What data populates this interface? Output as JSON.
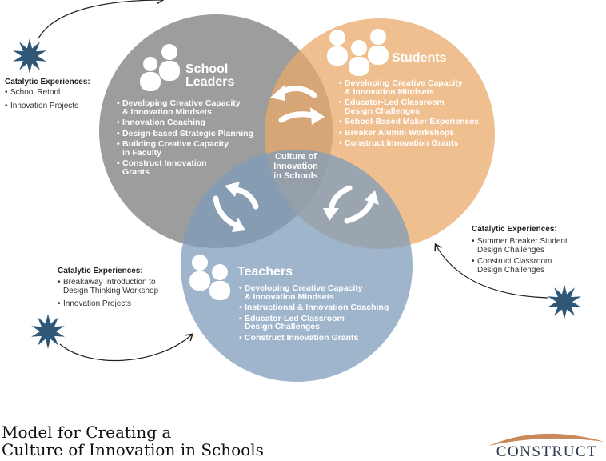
{
  "colors": {
    "leaders": "#8c8c8c",
    "students": "#e9a96b",
    "teachers": "#7f9cbb",
    "star": "#2f5878",
    "brand_arc": "#c9895a"
  },
  "circles": {
    "school_leaders": {
      "title": "School\nLeaders",
      "items": [
        "Developing Creative Capacity\n& Innovation Mindsets",
        "Innovation Coaching",
        "Design-based Strategic Planning",
        "Building Creative Capacity\nin Faculty",
        "Construct Innovation\nGrants"
      ]
    },
    "students": {
      "title": "Students",
      "items": [
        "Developing Creative Capacity\n& Innovation Mindsets",
        "Educator-Led Classroom\nDesign Challenges",
        "School-Based Maker Experiences",
        "Breaker Alumni Workshops",
        "Construct Innovation Grants"
      ]
    },
    "teachers": {
      "title": "Teachers",
      "items": [
        "Developing Creative Capacity\n& Innovation Mindsets",
        "Instructional & Innovation Coaching",
        "Educator-Led Classroom\nDesign Challenges",
        "Construct Innovation Grants"
      ]
    }
  },
  "center_label": "Culture of\nInnovation\nin Schools",
  "catalytic": {
    "leaders": {
      "heading": "Catalytic Experiences:",
      "items": [
        "School Retool",
        "Innovation Projects"
      ]
    },
    "students": {
      "heading": "Catalytic Experiences:",
      "items": [
        "Summer Breaker Student\nDesign Challenges",
        "Construct Classroom\nDesign Challenges"
      ]
    },
    "teachers": {
      "heading": "Catalytic Experiences:",
      "items": [
        "Breakaway Introduction to\nDesign Thinking Workshop",
        "Innovation Projects"
      ]
    }
  },
  "footer": {
    "title": "Model for Creating a\nCulture of Innovation in Schools"
  },
  "brand": {
    "name": "CONSTRUCT"
  }
}
